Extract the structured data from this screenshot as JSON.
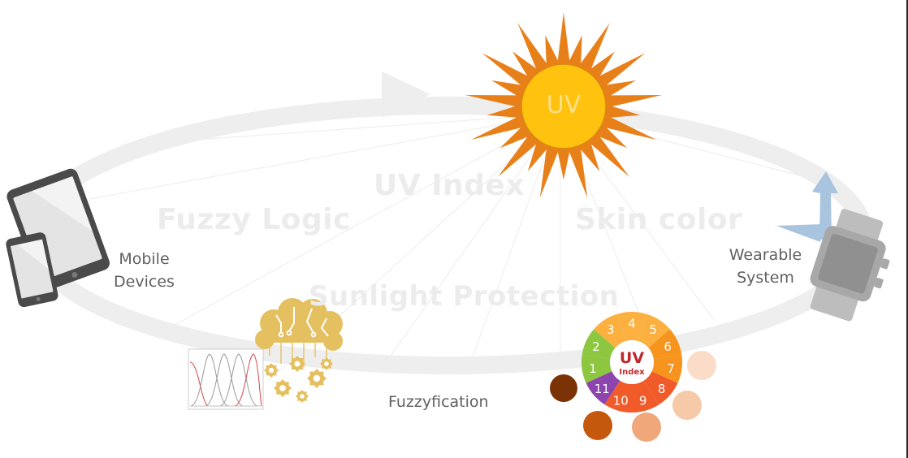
{
  "sun": {
    "label": "UV",
    "ray_color": "#E8801A",
    "core_color": "#FFC20E",
    "text_color": "#FBE08A"
  },
  "concepts": {
    "uv_index": "UV Index",
    "fuzzy_logic": "Fuzzy Logic",
    "skin_color": "Skin color",
    "sunlight_protection": "Sunlight Protection"
  },
  "nodes": {
    "mobile": {
      "line1": "Mobile",
      "line2": "Devices"
    },
    "wearable": {
      "line1": "Wearable",
      "line2": "System"
    },
    "fuzzy": {
      "label": "Fuzzyfication"
    }
  },
  "uv_wheel": {
    "center_line1": "UV",
    "center_line2": "Index",
    "center_color": "#C0272D",
    "segments": [
      {
        "label": "1",
        "color": "#8DC63F"
      },
      {
        "label": "2",
        "color": "#8DC63F"
      },
      {
        "label": "3",
        "color": "#FBB040"
      },
      {
        "label": "4",
        "color": "#FBB040"
      },
      {
        "label": "5",
        "color": "#FBB040"
      },
      {
        "label": "6",
        "color": "#F7941D"
      },
      {
        "label": "7",
        "color": "#F7941D"
      },
      {
        "label": "8",
        "color": "#F15A29"
      },
      {
        "label": "9",
        "color": "#F15A29"
      },
      {
        "label": "10",
        "color": "#F15A29"
      },
      {
        "label": "11",
        "color": "#8E44AD"
      }
    ]
  },
  "skin_tones": [
    "#7B3306",
    "#C4580C",
    "#F0A77A",
    "#F6C9A8",
    "#FBDCC8"
  ],
  "colors": {
    "orbit": "#EEEEEE",
    "arrow_up": "#A9C4DE",
    "device": "#555555",
    "brain": "#E5C060"
  }
}
